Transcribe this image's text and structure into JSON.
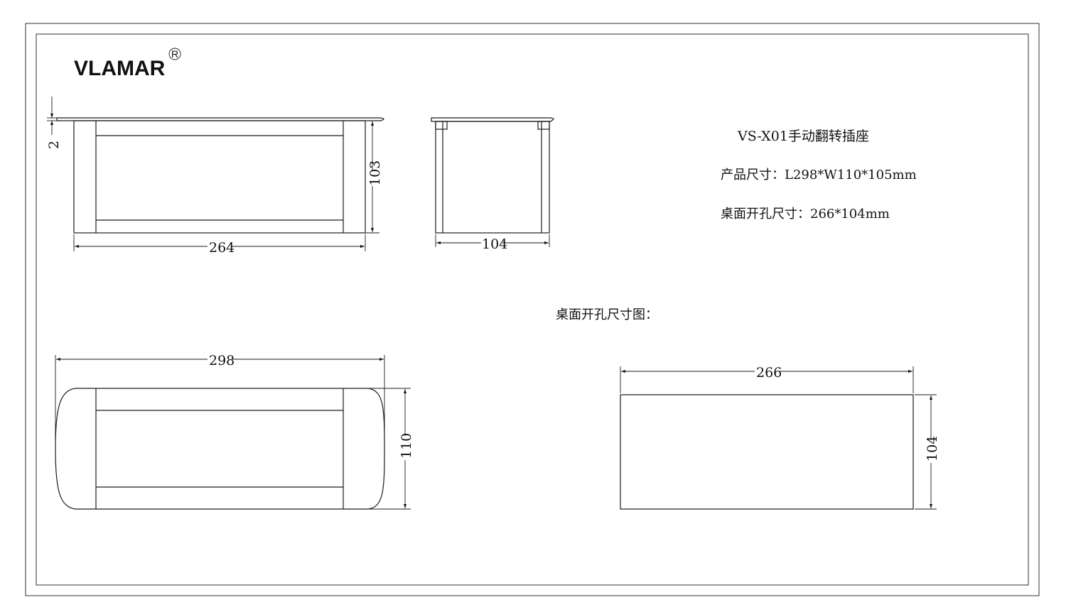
{
  "brand": {
    "name": "VLAMAR",
    "registered_mark": "R"
  },
  "title": "VS-X01手动翻转插座",
  "specs": {
    "product_size": "产品尺寸：L298*W110*105mm",
    "cutout_size": "桌面开孔尺寸：266*104mm"
  },
  "cutout_heading": "桌面开孔尺寸图：",
  "dimensions": {
    "front_flange": "2",
    "front_height": "103",
    "front_width": "264",
    "side_width": "104",
    "top_length": "298",
    "top_width": "110",
    "cutout_length": "266",
    "cutout_width": "104"
  }
}
